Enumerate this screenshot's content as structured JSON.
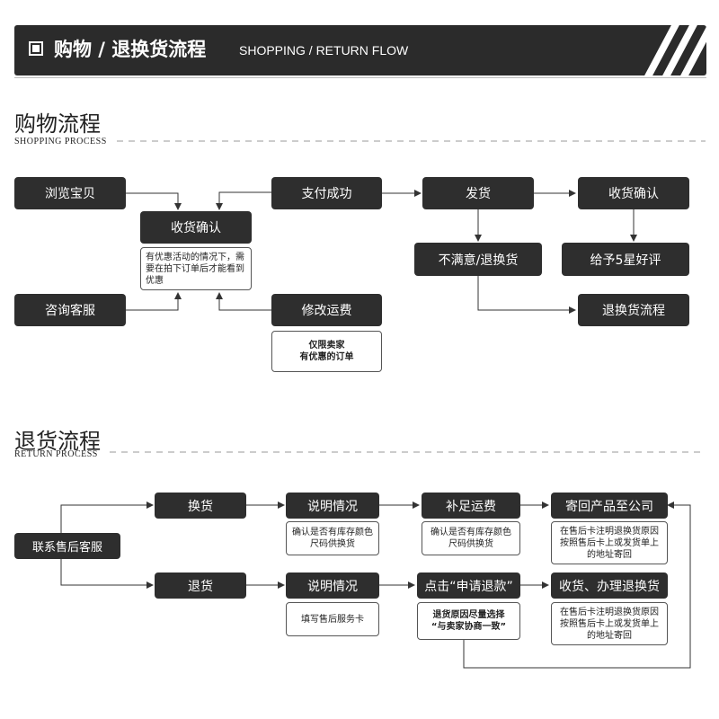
{
  "banner": {
    "title": "购物 / 退换货流程",
    "subtitle": "SHOPPING / RETURN FLOW"
  },
  "shopping": {
    "title": "购物流程",
    "subtitle": "SHOPPING PROCESS",
    "browse": "浏览宝贝",
    "confirm_receipt": "收货确认",
    "promo_note": [
      "有优惠活动的情况下，需",
      "要在拍下订单后才能看到",
      "优惠"
    ],
    "consult": "咨询客服",
    "pay_success": "支付成功",
    "modify_shipping": "修改运费",
    "seller_note": [
      "仅限卖家",
      "有优惠的订单"
    ],
    "ship": "发货",
    "dissatisfied": "不满意/退换货",
    "receipt_confirm": "收货确认",
    "five_star": "给予5星好评",
    "return_flow": "退换货流程"
  },
  "returns": {
    "title": "退货流程",
    "subtitle": "RETURN PROCESS",
    "contact": "联系售后客服",
    "exchange": "换货",
    "refund": "退货",
    "explain1": "说明情况",
    "explain1_note": [
      "确认是否有库存颜色",
      "尺码供换货"
    ],
    "explain2": "说明情况",
    "explain2_note": [
      "填写售后服务卡"
    ],
    "supplement": "补足运费",
    "supplement_note": [
      "确认是否有库存颜色",
      "尺码供换货"
    ],
    "apply_refund": "点击“申请退款”",
    "apply_note": [
      "退货原因尽量选择",
      "“与卖家协商一致”"
    ],
    "send_back": "寄回产品至公司",
    "send_back_note": [
      "在售后卡注明退换货原因",
      "按照售后卡上或发货单上",
      "的地址寄回"
    ],
    "receive": "收货、办理退换货",
    "receive_note": [
      "在售后卡注明退换货原因",
      "按照售后卡上或发货单上",
      "的地址寄回"
    ]
  }
}
